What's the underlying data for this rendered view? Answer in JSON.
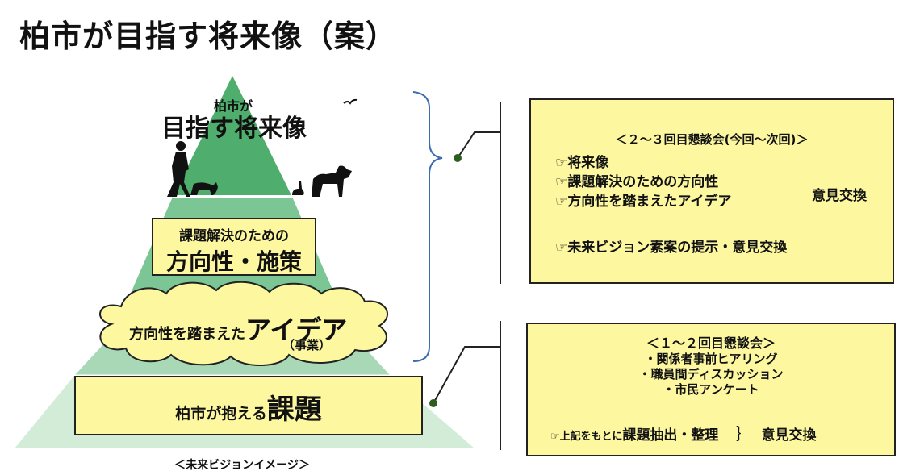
{
  "title": "柏市が目指す将来像（案）",
  "pyramid": {
    "top_small": "柏市が",
    "top_large": "目指す将来像",
    "middle_small": "課題解決のための",
    "middle_large": "方向性・施策",
    "cloud_prefix": "方向性を踏まえた",
    "cloud_large": "アイデア",
    "cloud_sub": "（事業）",
    "bottom_prefix": "柏市が抱える",
    "bottom_large": "課題",
    "caption": "＜未来ビジョンイメージ＞"
  },
  "box_upper": {
    "header": "＜２～３回目懇談会(今回～次回)＞",
    "items": [
      "☞将来像",
      "☞課題解決のための方向性",
      "☞方向性を踏まえたアイデア"
    ],
    "brace_label": "意見交換",
    "final": "☞未来ビジョン素案の提示・意見交換"
  },
  "box_lower": {
    "header": "＜１～２回目懇談会＞",
    "items": [
      "・関係者事前ヒアリング",
      "・職員間ディスカッション",
      "・市民アンケート"
    ],
    "final_prefix": "☞上記をもとに",
    "final_main": "課題抽出・整理",
    "brace": "｝",
    "brace_label": "意見交換"
  },
  "colors": {
    "pyramid_top": "#4fae6d",
    "pyramid_mid": "#7cc695",
    "pyramid_low": "#a8d8b5",
    "pyramid_base": "#d3ecd8",
    "box_fill": "#fdf8a0",
    "brace_blue": "#3b6bb0"
  }
}
